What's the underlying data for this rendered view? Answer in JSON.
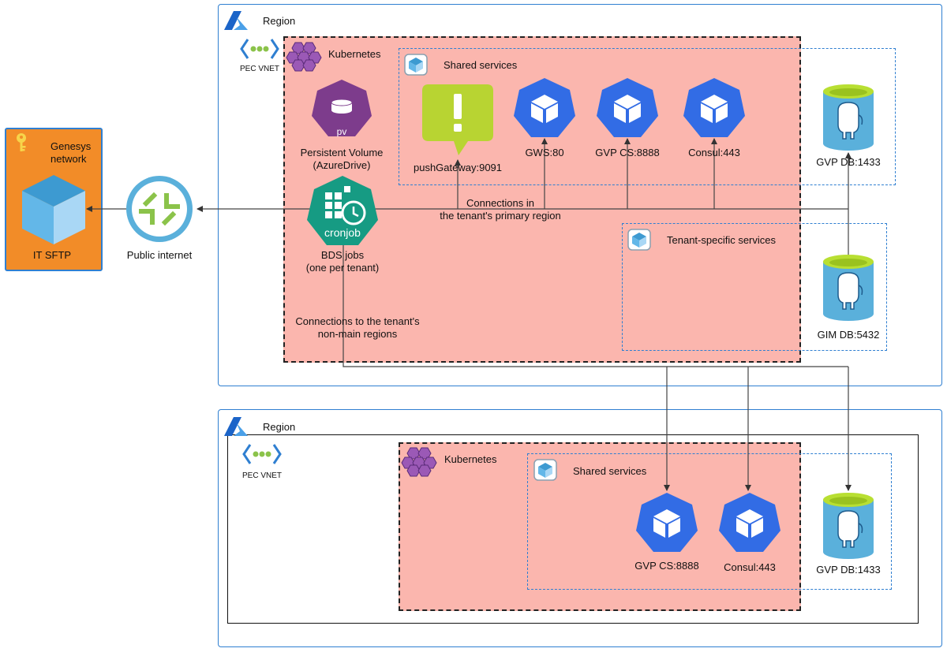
{
  "genesys": {
    "title_line1": "Genesys",
    "title_line2": "network",
    "sftp_label": "IT SFTP"
  },
  "internet": {
    "label": "Public internet"
  },
  "region1": {
    "title": "Region",
    "vnet_label": "PEC VNET",
    "kubernetes_label": "Kubernetes",
    "shared_label": "Shared services",
    "tenant_label": "Tenant-specific services",
    "pv_icon_text": "pv",
    "pv_label_line1": "Persistent Volume",
    "pv_label_line2": "(AzureDrive)",
    "push_label": "pushGateway:9091",
    "gws_label": "GWS:80",
    "gvpcs_label": "GVP CS:8888",
    "consul_label": "Consul:443",
    "gvpdb_label": "GVP DB:1433",
    "gimdb_label": "GIM DB:5432",
    "cron_icon_text": "cronjob",
    "bds_label_line1": "BDS jobs",
    "bds_label_line2": "(one per tenant)",
    "conn_primary_line1": "Connections in",
    "conn_primary_line2": "the tenant's primary region",
    "conn_nonmain_line1": "Connections to the tenant's",
    "conn_nonmain_line2": "non-main regions"
  },
  "region2": {
    "title": "Region",
    "vnet_label": "PEC VNET",
    "kubernetes_label": "Kubernetes",
    "shared_label": "Shared services",
    "gvpcs_label": "GVP CS:8888",
    "consul_label": "Consul:443",
    "gvpdb_label": "GVP DB:1433"
  },
  "icons": {
    "azure": "azure-logo-icon",
    "vnet": "vnet-icon",
    "kubernetes": "kubernetes-cluster-icon",
    "container": "container-cube-icon",
    "key": "key-icon",
    "sftp": "sftp-cube-icon",
    "internet": "public-internet-icon",
    "pv": "persistent-volume-icon",
    "push": "pushgateway-alert-icon",
    "service": "kubernetes-service-icon",
    "db": "postgres-database-icon",
    "cron": "cronjob-icon"
  },
  "colors": {
    "region_border": "#2f7fd1",
    "kubernetes_fill": "#fbb6ae",
    "genesys_fill": "#f28c28",
    "service_blue": "#326ce5",
    "pv_purple": "#7d3c8c",
    "cron_teal": "#169b83",
    "push_green": "#b8d432",
    "db_blue": "#5ab0db",
    "db_top": "#b8df32"
  }
}
